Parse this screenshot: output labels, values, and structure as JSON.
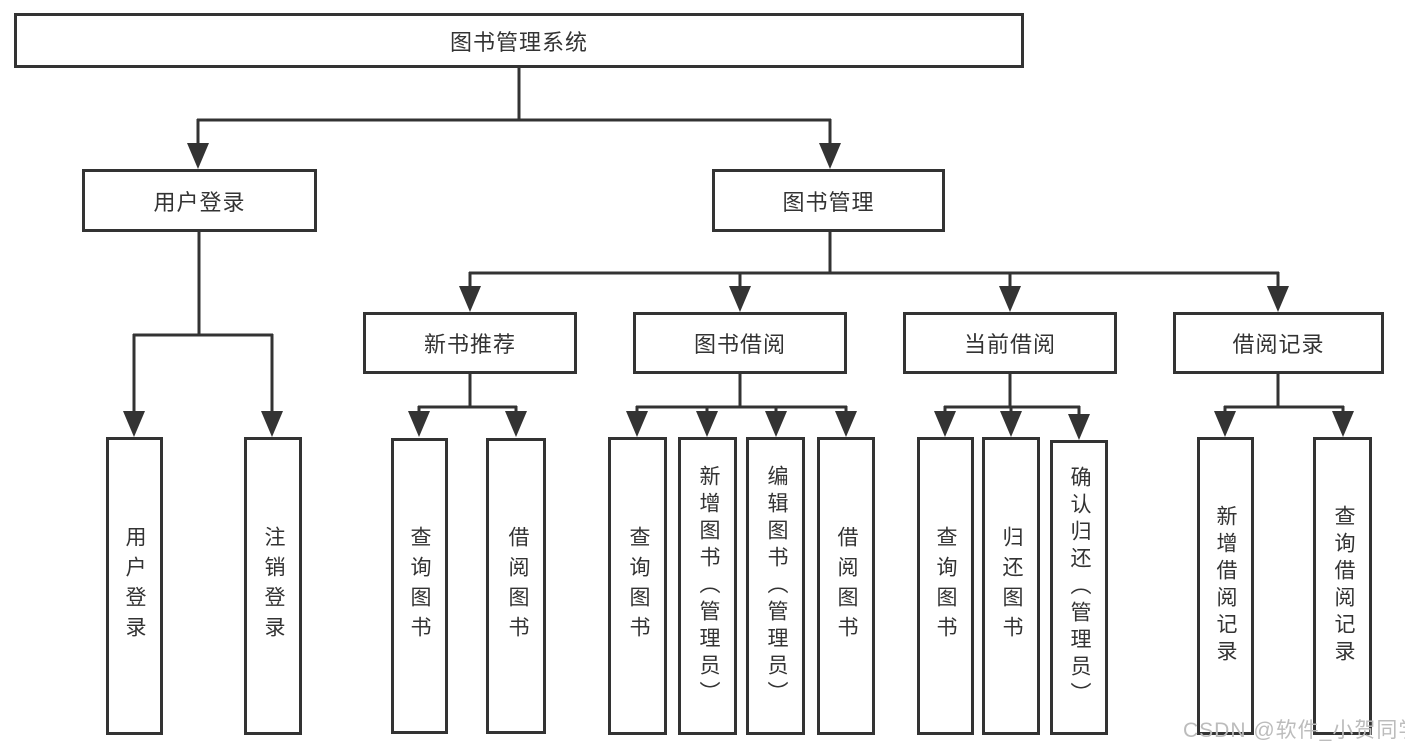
{
  "tree": {
    "root": "图书管理系统",
    "branches": [
      {
        "label": "用户登录",
        "children": [
          "用户登录",
          "注销登录"
        ]
      },
      {
        "label": "图书管理",
        "groups": [
          {
            "label": "新书推荐",
            "children": [
              "查询图书",
              "借阅图书"
            ]
          },
          {
            "label": "图书借阅",
            "children": [
              "查询图书",
              "新增图书（管理员）",
              "编辑图书（管理员）",
              "借阅图书"
            ]
          },
          {
            "label": "当前借阅",
            "children": [
              "查询图书",
              "归还图书",
              "确认归还（管理员）"
            ]
          },
          {
            "label": "借阅记录",
            "children": [
              "新增借阅记录",
              "查询借阅记录"
            ]
          }
        ]
      }
    ]
  },
  "watermark": "CSDN @软件_小贺同学",
  "colors": {
    "line": "#333333",
    "text": "#333333",
    "box_bg": "#ffffff",
    "page_bg": "#ffffff",
    "watermark": "#bcbcbc"
  }
}
